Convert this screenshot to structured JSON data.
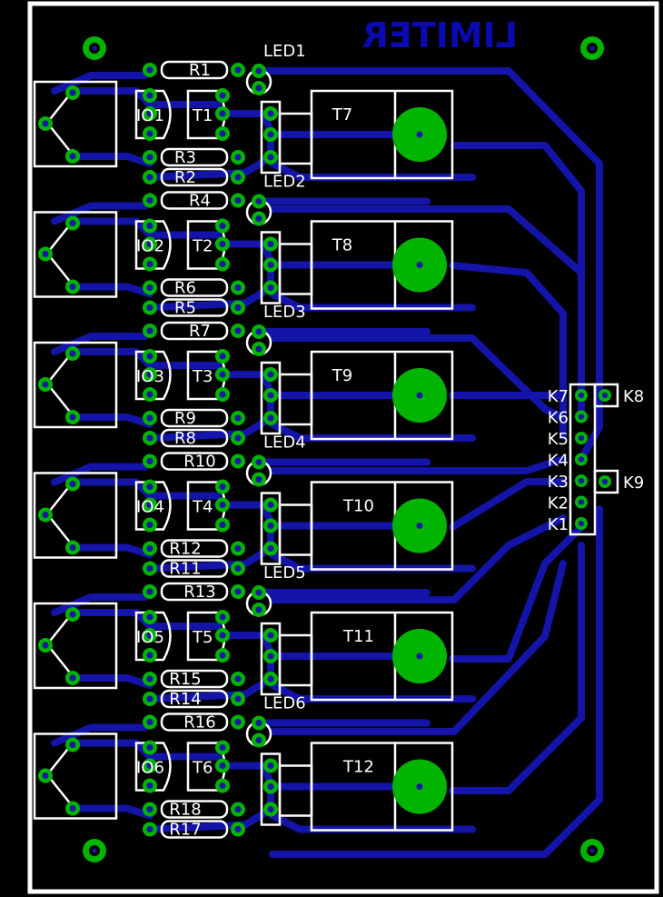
{
  "board": {
    "title": "LIMITER",
    "colors": {
      "background": "#000000",
      "silkscreen": "#ffffff",
      "copper": "#1414a8",
      "pad": "#00b400",
      "title": "#0a0ab0"
    }
  },
  "channels": [
    {
      "led": "LED1",
      "io": "IO1",
      "t": "T1",
      "power": "T7",
      "r_top": "R1",
      "r_a": "R3",
      "r_b": "R2"
    },
    {
      "led": "LED2",
      "io": "IO2",
      "t": "T2",
      "power": "T8",
      "r_top": "R4",
      "r_a": "R6",
      "r_b": "R5"
    },
    {
      "led": "LED3",
      "io": "IO3",
      "t": "T3",
      "power": "T9",
      "r_top": "R7",
      "r_a": "R9",
      "r_b": "R8"
    },
    {
      "led": "LED4",
      "io": "IO4",
      "t": "T4",
      "power": "T10",
      "r_top": "R10",
      "r_a": "R12",
      "r_b": "R11"
    },
    {
      "led": "LED5",
      "io": "IO5",
      "t": "T5",
      "power": "T11",
      "r_top": "R13",
      "r_a": "R15",
      "r_b": "R14"
    },
    {
      "led": "LED6",
      "io": "IO6",
      "t": "T6",
      "power": "T12",
      "r_top": "R16",
      "r_a": "R18",
      "r_b": "R17"
    }
  ],
  "connector": {
    "pins": [
      "K7",
      "K6",
      "K5",
      "K4",
      "K3",
      "K2",
      "K1"
    ],
    "side": [
      "K8",
      "K9"
    ]
  }
}
